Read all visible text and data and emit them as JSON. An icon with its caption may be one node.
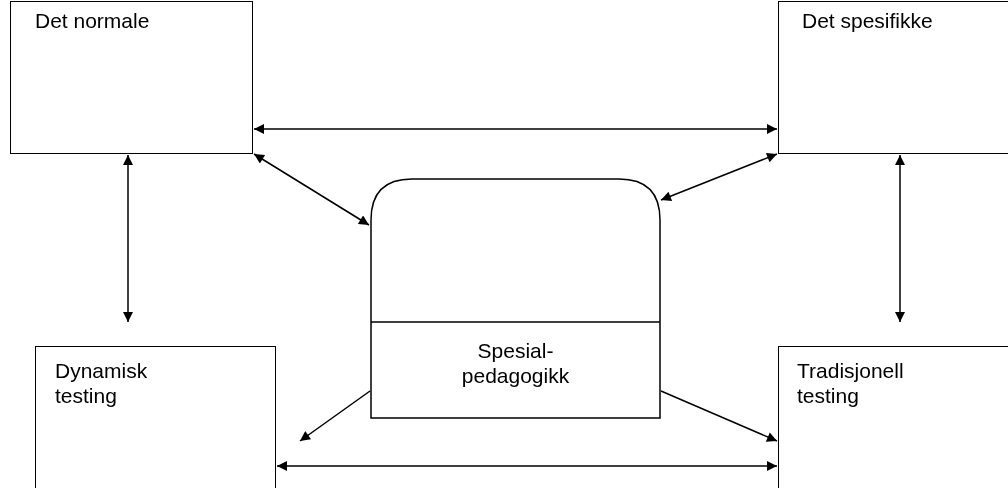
{
  "diagram": {
    "nodes": [
      {
        "text": [
          "Det normale"
        ]
      },
      {
        "text": [
          "Det spesifikke"
        ]
      },
      {
        "text": [
          "Spesial- pedagogikk"
        ]
      },
      {
        "text": [
          "Dynamisk testing"
        ]
      },
      {
        "text": [
          "Tradisjonell testing"
        ]
      }
    ],
    "edges": [
      {
        "from": 0,
        "to": 1,
        "arrow": "both"
      },
      {
        "from": 0,
        "to": 3,
        "arrow": "both"
      },
      {
        "from": 1,
        "to": 4,
        "arrow": "both"
      },
      {
        "from": 0,
        "to": 2,
        "arrow": "both"
      },
      {
        "from": 1,
        "to": 2,
        "arrow": "both"
      },
      {
        "from": 2,
        "to": 3,
        "arrow": "to"
      },
      {
        "from": 2,
        "to": 4,
        "arrow": "to"
      },
      {
        "from": 3,
        "to": 4,
        "arrow": "both"
      }
    ]
  }
}
